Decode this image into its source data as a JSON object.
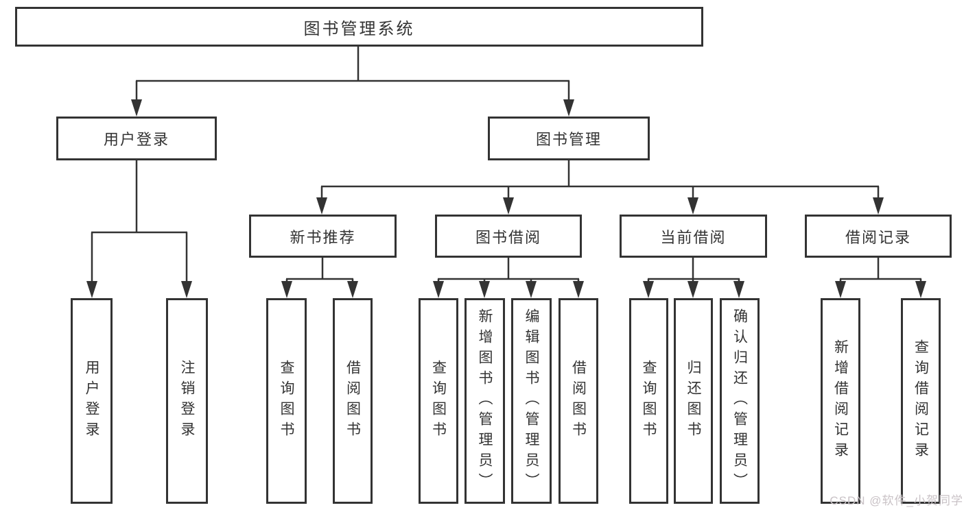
{
  "tree": {
    "root": {
      "label": "图书管理系统"
    },
    "branches": [
      {
        "label": "用户登录",
        "children": [
          {
            "label": "用户登录"
          },
          {
            "label": "注销登录"
          }
        ]
      },
      {
        "label": "图书管理",
        "children": [
          {
            "label": "新书推荐",
            "children": [
              {
                "label": "查询图书"
              },
              {
                "label": "借阅图书"
              }
            ]
          },
          {
            "label": "图书借阅",
            "children": [
              {
                "label": "查询图书"
              },
              {
                "label": "新增图书（管理员）"
              },
              {
                "label": "编辑图书（管理员）"
              },
              {
                "label": "借阅图书"
              }
            ]
          },
          {
            "label": "当前借阅",
            "children": [
              {
                "label": "查询图书"
              },
              {
                "label": "归还图书"
              },
              {
                "label": "确认归还（管理员）"
              }
            ]
          },
          {
            "label": "借阅记录",
            "children": [
              {
                "label": "新增借阅记录"
              },
              {
                "label": "查询借阅记录"
              }
            ]
          }
        ]
      }
    ]
  },
  "watermark": {
    "text": "CSDN @软件_小贺同学"
  },
  "colors": {
    "line": "#333333",
    "text": "#333333",
    "background": "#ffffff",
    "watermark": "#c9c2c6"
  }
}
